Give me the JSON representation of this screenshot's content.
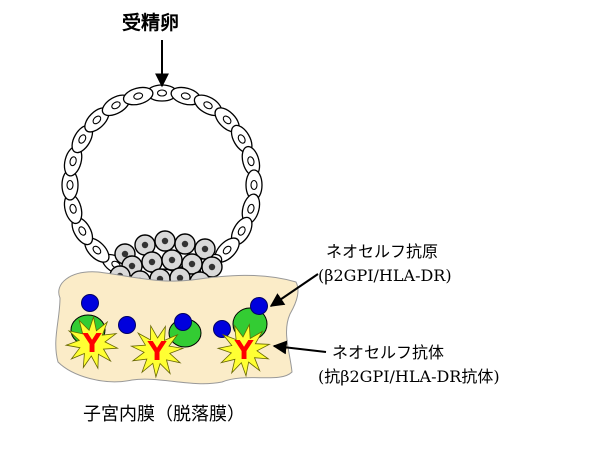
{
  "labels": {
    "fertilized_egg": "受精卵",
    "neoself_antigen": "ネオセルフ抗原",
    "neoself_antigen_detail": "(β2GPI/HLA-DR)",
    "neoself_antibody": "ネオセルフ抗体",
    "neoself_antibody_detail": "(抗β2GPI/HLA-DR抗体)",
    "endometrium": "子宮内膜（脱落膜）"
  },
  "antibody_symbol": "Y",
  "colors": {
    "tissue_fill": "#fbecc8",
    "green_cell": "#33cc33",
    "blue_antigen": "#0000dd",
    "yellow_burst": "#ffff33",
    "antibody_red": "#ff0000",
    "cell_outline": "#000000",
    "icm_fill": "#d9d9d9"
  },
  "icons": {
    "arrow": "black-arrow",
    "burst": "yellow-starburst"
  }
}
